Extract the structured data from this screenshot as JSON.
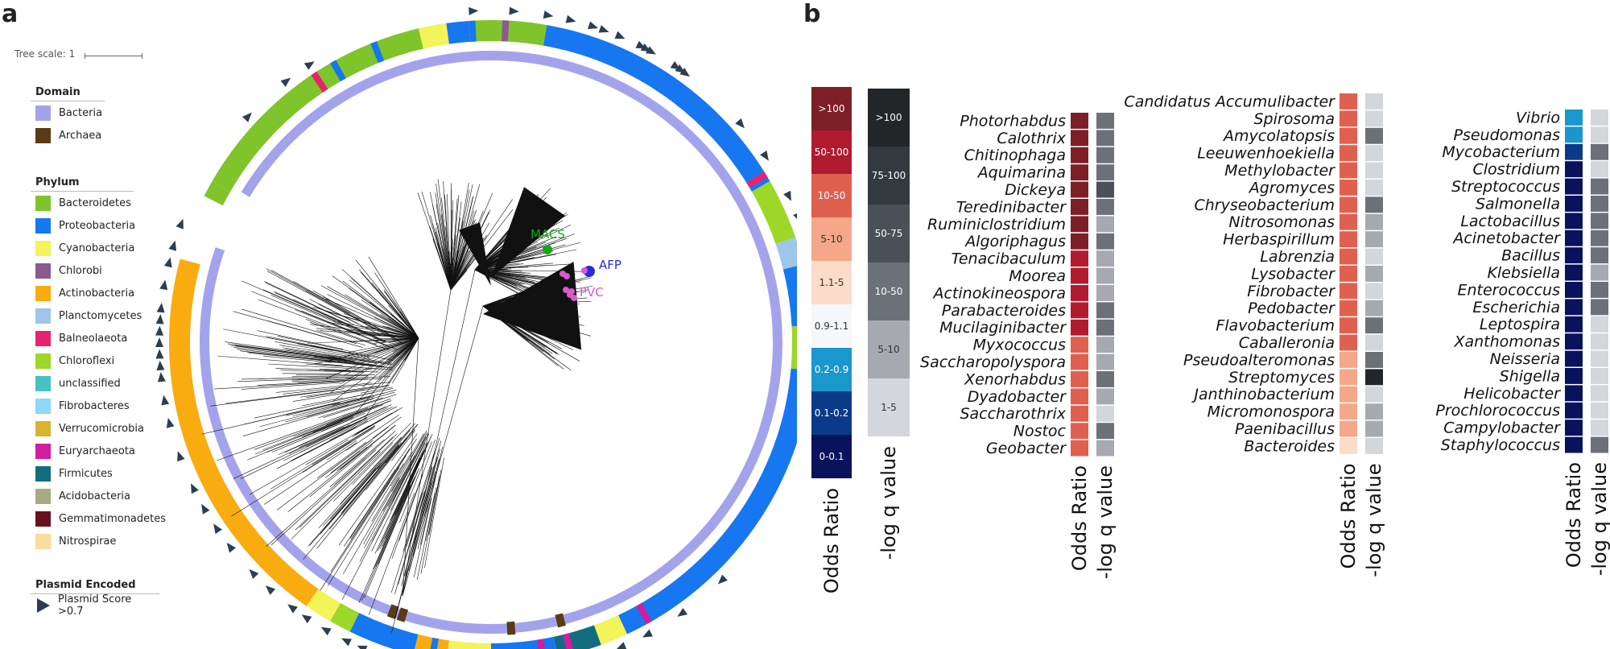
{
  "panel_a": {
    "letter": "a",
    "tree_scale_label": "Tree scale: 1",
    "legend_domain": {
      "title": "Domain",
      "items": [
        {
          "label": "Bacteria",
          "color": "#a3a3ec"
        },
        {
          "label": "Archaea",
          "color": "#5b3b16"
        }
      ]
    },
    "legend_phylum": {
      "title": "Phylum",
      "items": [
        {
          "label": "Bacteroidetes",
          "color": "#7fc42a"
        },
        {
          "label": "Proteobacteria",
          "color": "#1677f0"
        },
        {
          "label": "Cyanobacteria",
          "color": "#f3f35a"
        },
        {
          "label": "Chlorobi",
          "color": "#8b5a8e"
        },
        {
          "label": "Actinobacteria",
          "color": "#f8ac10"
        },
        {
          "label": "Planctomycetes",
          "color": "#9ec5ea"
        },
        {
          "label": "Balneolaeota",
          "color": "#e8236e"
        },
        {
          "label": "Chloroflexi",
          "color": "#9cd72a"
        },
        {
          "label": "unclassified",
          "color": "#46c1c6"
        },
        {
          "label": "Fibrobacteres",
          "color": "#8ed8f8"
        },
        {
          "label": "Verrucomicrobia",
          "color": "#d9b32c"
        },
        {
          "label": "Euryarchaeota",
          "color": "#cf1ea0"
        },
        {
          "label": "Firmicutes",
          "color": "#126d7e"
        },
        {
          "label": "Acidobacteria",
          "color": "#aaa985"
        },
        {
          "label": "Gemmatimonadetes",
          "color": "#6b0f1f"
        },
        {
          "label": "Nitrospirae",
          "color": "#fbdc9a"
        }
      ]
    },
    "legend_plasmid": {
      "title": "Plasmid Encoded",
      "item_label": "Plasmid Score >0.7",
      "color": "#2c3e50"
    },
    "clade_labels": [
      {
        "label": "MACS",
        "color": "#14a814"
      },
      {
        "label": "AFP",
        "color": "#2a2ad8"
      },
      {
        "label": "PVC",
        "color": "#d958d0"
      }
    ]
  },
  "chart_data": {
    "type": "heatmap",
    "panel_letter": "b",
    "odds_ratio_scale": {
      "title": "Odds Ratio",
      "bins": [
        ">100",
        "50-100",
        "10-50",
        "5-10",
        "1.1-5",
        "0.9-1.1",
        "0.2-0.9",
        "0.1-0.2",
        "0-0.1"
      ],
      "colors": [
        "#7c1f26",
        "#b01b30",
        "#e0604f",
        "#f4a889",
        "#fbdcc8",
        "#f6f7fb",
        "#1a97cc",
        "#0b3b88",
        "#08135c"
      ]
    },
    "q_value_scale": {
      "title": "-log q value",
      "bins": [
        ">100",
        "75-100",
        "50-75",
        "10-50",
        "5-10",
        "1-5"
      ],
      "colors": [
        "#222629",
        "#34383f",
        "#4a4f58",
        "#6c7079",
        "#a6a9b0",
        "#d3d6db"
      ]
    },
    "column_labels": {
      "odds": "Odds Ratio",
      "q": "-log q value"
    },
    "groups": [
      {
        "genera": [
          "Photorhabdus",
          "Calothrix",
          "Chitinophaga",
          "Aquimarina",
          "Dickeya",
          "Teredinibacter",
          "Ruminiclostridium",
          "Algoriphagus",
          "Tenacibaculum",
          "Moorea",
          "Actinokineospora",
          "Parabacteroides",
          "Mucilaginibacter",
          "Myxococcus",
          "Saccharopolyspora",
          "Xenorhabdus",
          "Dyadobacter",
          "Saccharothrix",
          "Nostoc",
          "Geobacter"
        ],
        "odds_ratio_bin": [
          ">100",
          ">100",
          ">100",
          ">100",
          ">100",
          ">100",
          ">100",
          ">100",
          "50-100",
          "50-100",
          "50-100",
          "50-100",
          "50-100",
          "10-50",
          "10-50",
          "10-50",
          "10-50",
          "10-50",
          "10-50",
          "10-50"
        ],
        "q_value_bin": [
          "10-50",
          "10-50",
          "10-50",
          "10-50",
          "50-75",
          "10-50",
          "5-10",
          "10-50",
          "5-10",
          "5-10",
          "5-10",
          "10-50",
          "10-50",
          "5-10",
          "5-10",
          "10-50",
          "5-10",
          "1-5",
          "10-50",
          "5-10"
        ]
      },
      {
        "genera": [
          "Candidatus Accumulibacter",
          "Spirosoma",
          "Amycolatopsis",
          "Leeuwenhoekiella",
          "Methylobacter",
          "Agromyces",
          "Chryseobacterium",
          "Nitrosomonas",
          "Herbaspirillum",
          "Labrenzia",
          "Lysobacter",
          "Fibrobacter",
          "Pedobacter",
          "Flavobacterium",
          "Caballeronia",
          "Pseudoalteromonas",
          "Streptomyces",
          "Janthinobacterium",
          "Micromonospora",
          "Paenibacillus",
          "Bacteroides"
        ],
        "odds_ratio_bin": [
          "10-50",
          "10-50",
          "10-50",
          "10-50",
          "10-50",
          "10-50",
          "10-50",
          "10-50",
          "10-50",
          "10-50",
          "10-50",
          "10-50",
          "10-50",
          "10-50",
          "10-50",
          "5-10",
          "5-10",
          "5-10",
          "5-10",
          "5-10",
          "1.1-5"
        ],
        "q_value_bin": [
          "1-5",
          "1-5",
          "10-50",
          "1-5",
          "1-5",
          "1-5",
          "10-50",
          "5-10",
          "5-10",
          "1-5",
          "5-10",
          "1-5",
          "5-10",
          "10-50",
          "1-5",
          "10-50",
          ">100",
          "1-5",
          "5-10",
          "5-10",
          "1-5"
        ]
      },
      {
        "genera": [
          "Vibrio",
          "Pseudomonas",
          "Mycobacterium",
          "Clostridium",
          "Streptococcus",
          "Salmonella",
          "Lactobacillus",
          "Acinetobacter",
          "Bacillus",
          "Klebsiella",
          "Enterococcus",
          "Escherichia",
          "Leptospira",
          "Xanthomonas",
          "Neisseria",
          "Shigella",
          "Helicobacter",
          "Prochlorococcus",
          "Campylobacter",
          "Staphylococcus"
        ],
        "odds_ratio_bin": [
          "0.2-0.9",
          "0.2-0.9",
          "0.1-0.2",
          "0-0.1",
          "0-0.1",
          "0-0.1",
          "0-0.1",
          "0-0.1",
          "0-0.1",
          "0-0.1",
          "0-0.1",
          "0-0.1",
          "0-0.1",
          "0-0.1",
          "0-0.1",
          "0-0.1",
          "0-0.1",
          "0-0.1",
          "0-0.1",
          "0-0.1"
        ],
        "q_value_bin": [
          "1-5",
          "1-5",
          "10-50",
          "1-5",
          "10-50",
          "10-50",
          "10-50",
          "10-50",
          "10-50",
          "5-10",
          "10-50",
          "10-50",
          "1-5",
          "1-5",
          "1-5",
          "1-5",
          "1-5",
          "1-5",
          "1-5",
          "10-50"
        ]
      }
    ]
  }
}
